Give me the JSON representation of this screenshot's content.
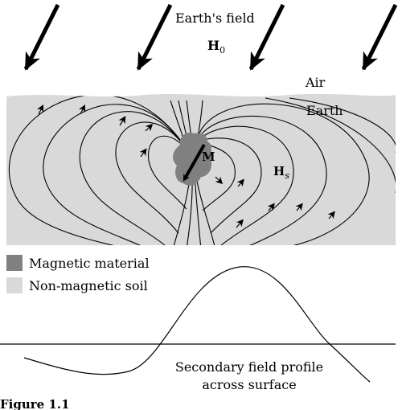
{
  "earth_field": {
    "label": "Earth's field",
    "symbol": "H",
    "subscript": "0"
  },
  "region_labels": {
    "air": "Air",
    "earth": "Earth"
  },
  "dipole": {
    "label": "M",
    "field_symbol": "H",
    "field_subscript": "s"
  },
  "legend": {
    "magnetic_material": "Magnetic material",
    "non_magnetic_soil": "Non-magnetic soil"
  },
  "profile": {
    "line1": "Secondary field profile",
    "line2": "across surface"
  },
  "caption": "Figure 1.1",
  "colors": {
    "soil": "#d9d9d9",
    "magnetic_material": "#808080",
    "ink": "#000000"
  }
}
